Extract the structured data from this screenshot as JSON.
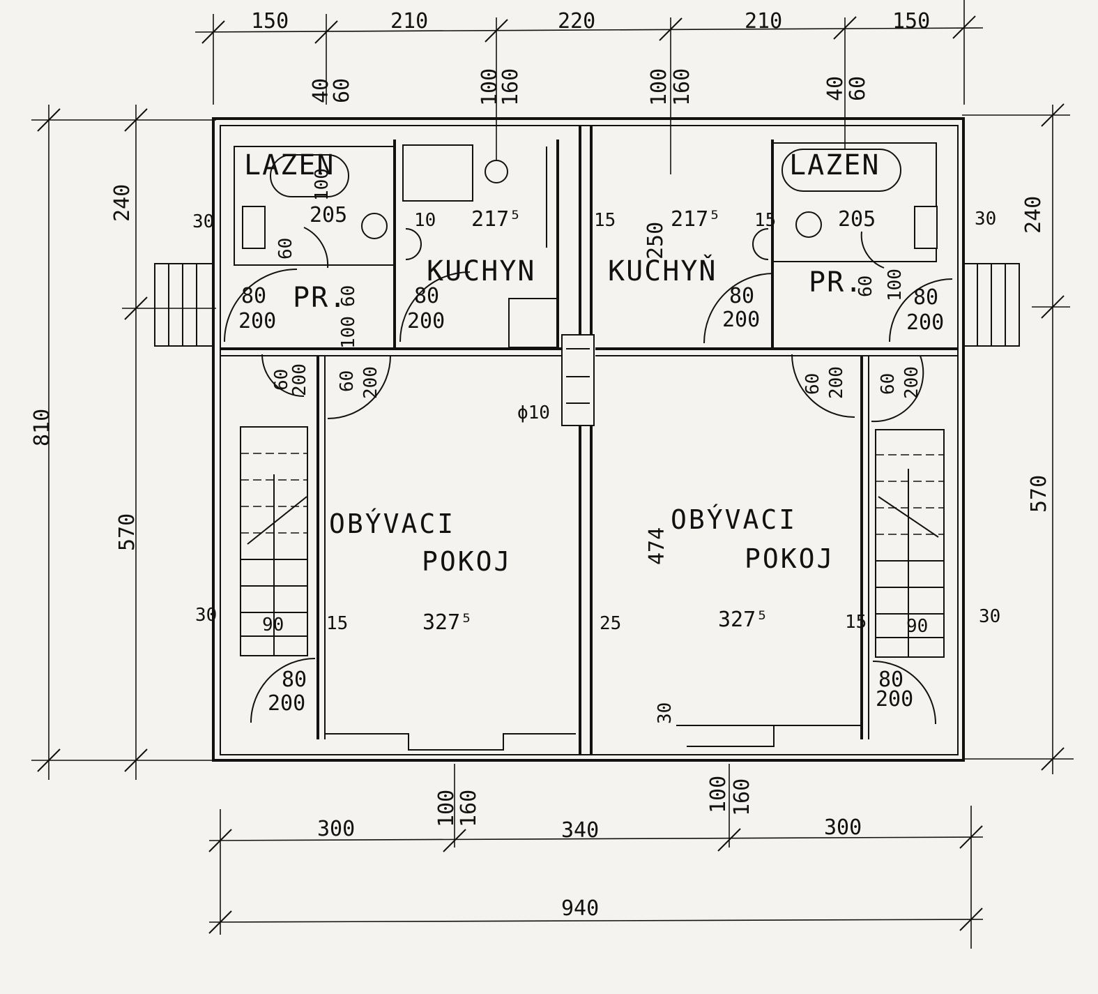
{
  "dims": {
    "top": [
      "150",
      "210",
      "220",
      "210",
      "150"
    ],
    "top_left_col": [
      "40",
      "60"
    ],
    "top_mid_left": [
      "100",
      "160"
    ],
    "top_mid_right": [
      "100",
      "160"
    ],
    "top_right_col": [
      "40",
      "60"
    ],
    "left_total": "810",
    "left_top": "240",
    "left_bottom": "570",
    "right_top": "240",
    "right_bottom": "570",
    "bottom_left": "300",
    "bottom_mid": "340",
    "bottom_right": "300",
    "bottom_total": "940",
    "bottom_door_left": [
      "100",
      "160"
    ],
    "bottom_door_right": [
      "100",
      "160"
    ]
  },
  "rooms": {
    "bath_left": "LAZEN",
    "bath_right": "LAZEN",
    "hall_left": "PR.",
    "hall_right": "PR.",
    "kitchen_left": "KUCHYN",
    "kitchen_right": "KUCHYŇ",
    "living_left_1": "OBÝVACI",
    "living_left_2": "POKOJ",
    "living_right_1": "OBÝVACI",
    "living_right_2": "POKOJ"
  },
  "inner": {
    "bath_w_left": "205",
    "bath_w_right": "205",
    "kitchen_w_left": "217⁵",
    "kitchen_w_right": "217⁵",
    "living_w_left": "327⁵",
    "living_w_right": "327⁵",
    "wall_30_a": "30",
    "wall_30_b": "30",
    "wall_30_c": "30",
    "wall_30_d": "30",
    "wall_10": "10",
    "wall_15_a": "15",
    "wall_15_b": "15",
    "wall_15_c": "15",
    "wall_15_d": "15",
    "wall_25": "25",
    "kitchen_h": "250",
    "living_h": "474",
    "chimney": "ϕ10",
    "sill": "30",
    "stair_w_left": "90",
    "stair_w_right": "90"
  },
  "doors": {
    "hall_left": [
      "80",
      "200"
    ],
    "kitchen_left": [
      "80",
      "200"
    ],
    "kitchen_right": [
      "80",
      "200"
    ],
    "hall_right": [
      "80",
      "200"
    ],
    "under_stair_left": [
      "80",
      "200"
    ],
    "under_stair_right": [
      "80",
      "200"
    ],
    "vert_left_a": [
      "60",
      "200"
    ],
    "vert_left_b": [
      "60",
      "200"
    ],
    "vert_right_a": [
      "60",
      "200"
    ],
    "vert_right_b": [
      "60",
      "200"
    ],
    "bath_left_v": [
      "60",
      "100"
    ],
    "bath_right_v": [
      "60",
      "100"
    ],
    "hall_left_v": [
      "60",
      "100"
    ]
  }
}
